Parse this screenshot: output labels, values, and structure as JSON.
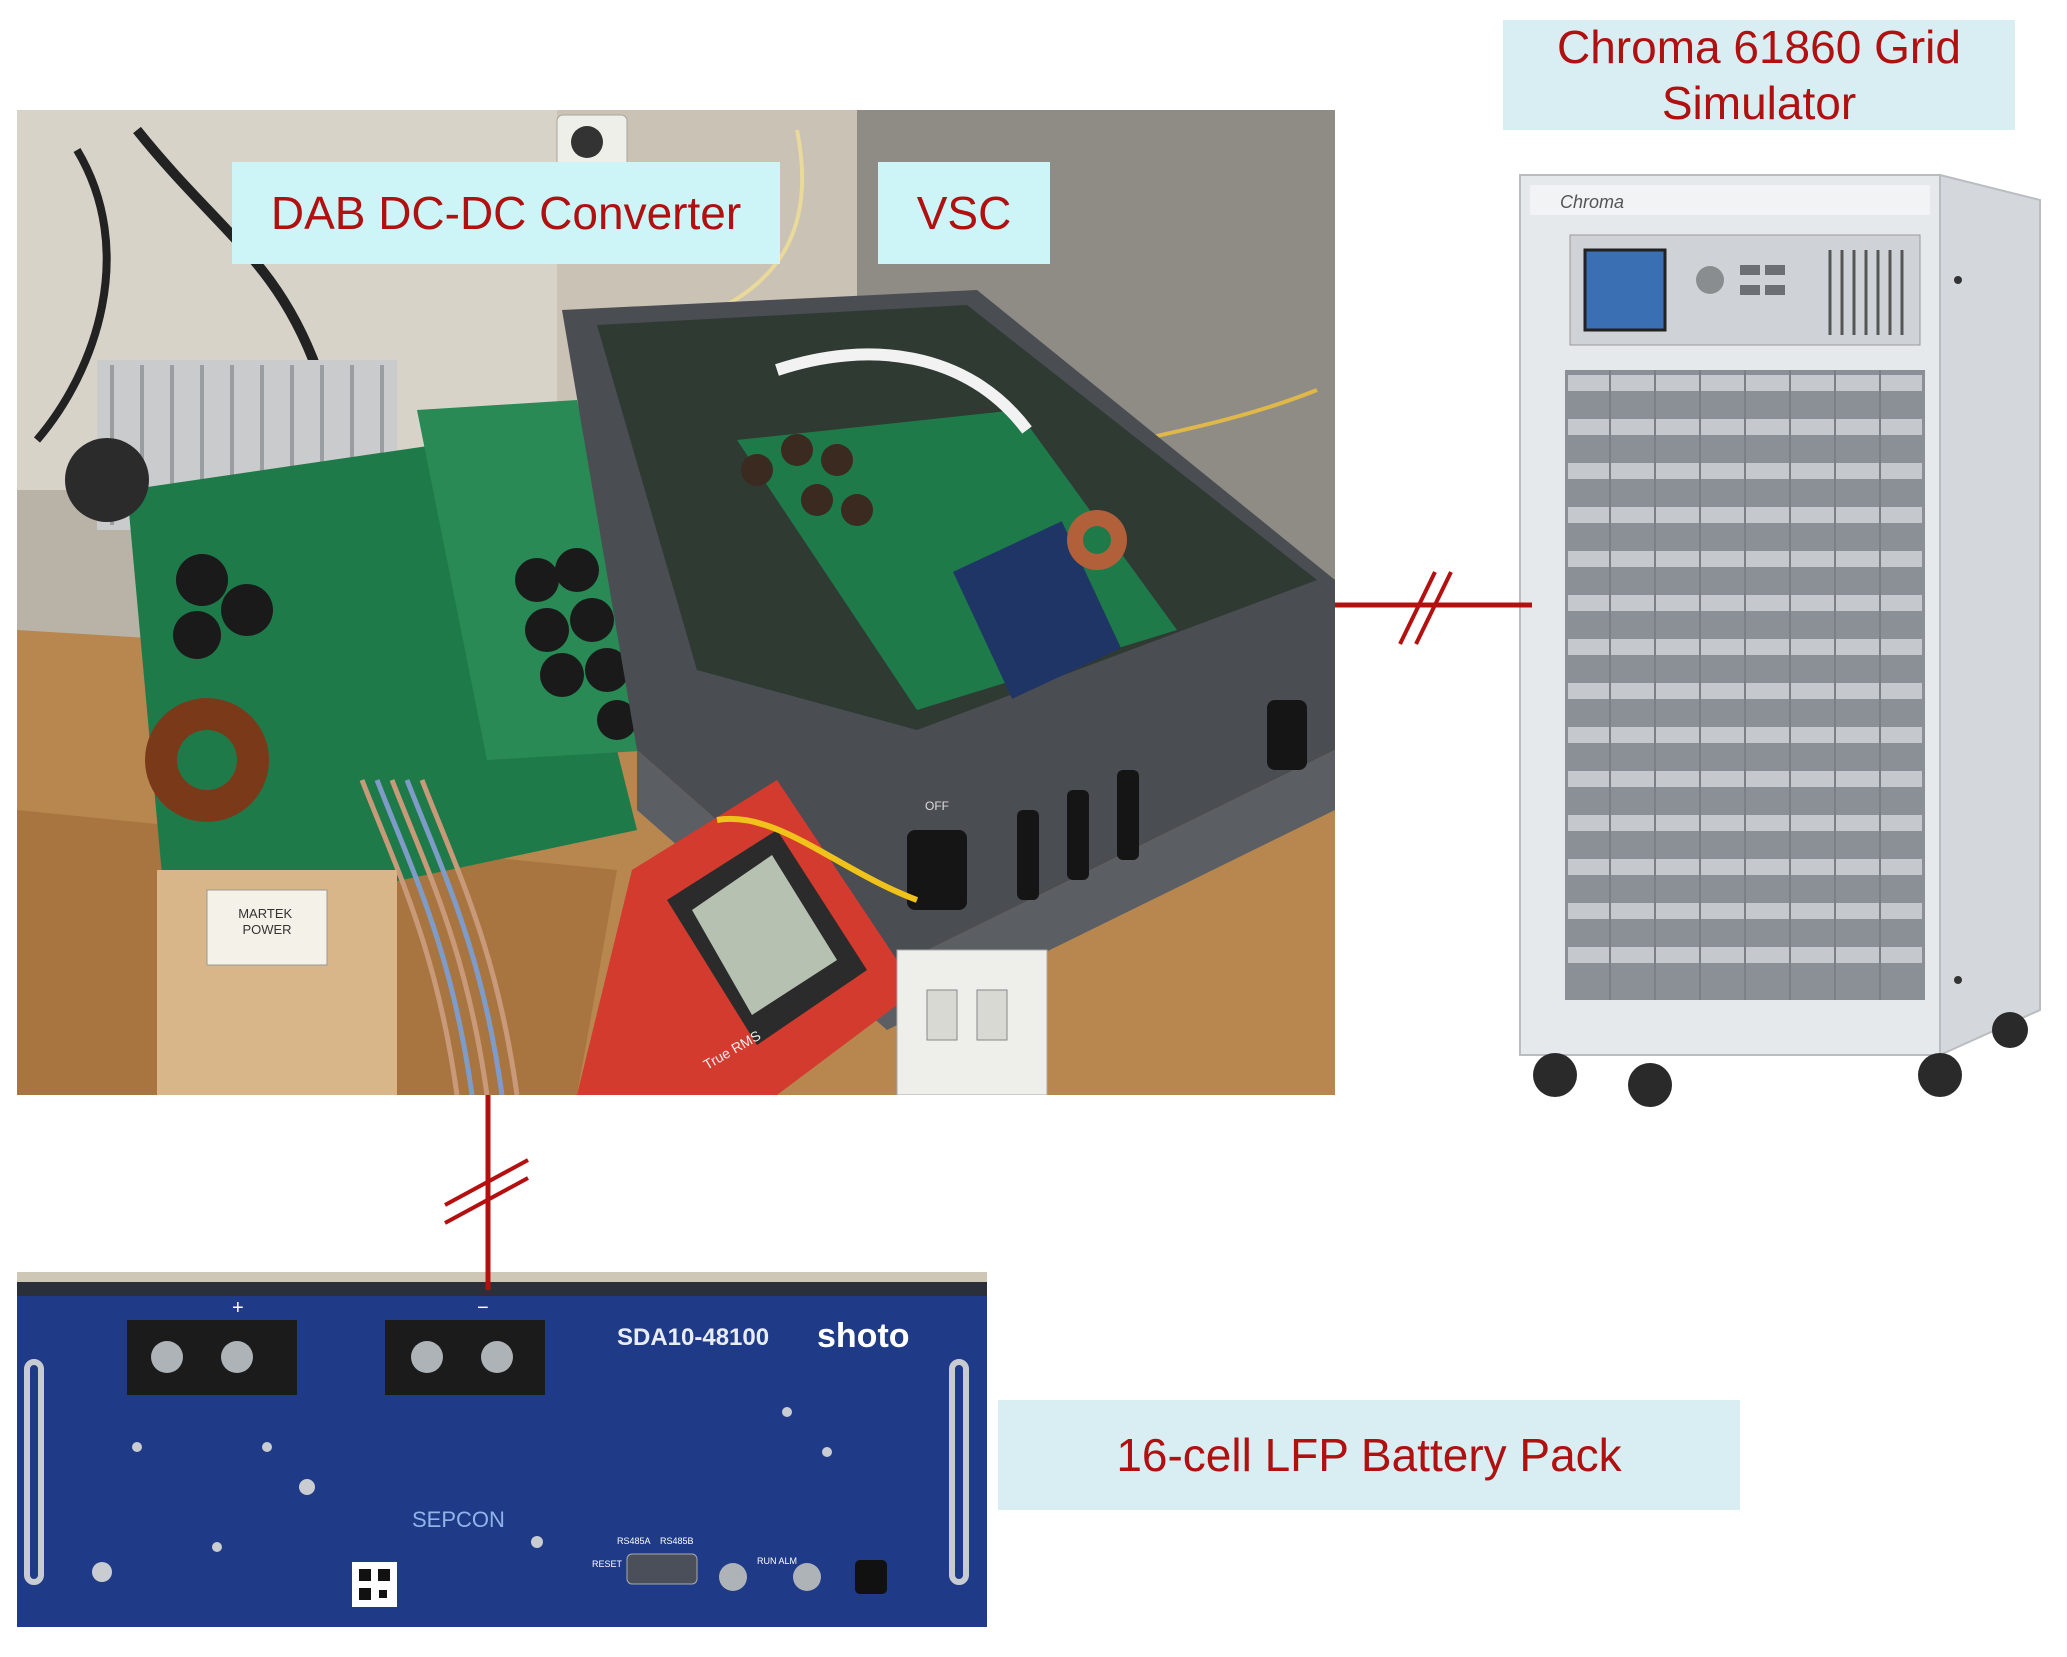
{
  "labels": {
    "dab": "DAB DC-DC Converter",
    "vsc": "VSC",
    "grid_simulator": "Chroma 61860 Grid\nSimulator",
    "battery": "16-cell LFP Battery Pack"
  },
  "device_markings": {
    "battery_model": "SDA10-48100",
    "battery_brand": "shoto",
    "battery_logo": "SEPCON",
    "battery_plus": "+",
    "battery_minus": "−",
    "battery_reset": "RESET",
    "battery_port_a": "RS485A",
    "battery_port_b": "RS485B",
    "battery_run_alm": "RUN ALM",
    "psu_brand": "MARTEK\nPOWER",
    "multimeter_text": "True RMS",
    "grid_brand": "Chroma",
    "vsc_switch": "OFF"
  },
  "colors": {
    "label_bg": "#d9eef3",
    "label_text": "#b01010",
    "connector_line": "#b51010",
    "battery_panel": "#1f3a86",
    "pcb_green": "#1f7a4a",
    "enclosure_gray": "#4a4d52",
    "cabinet_white": "#e6e9ec"
  },
  "icons": {
    "phase_marker": "double-slash-icon"
  }
}
